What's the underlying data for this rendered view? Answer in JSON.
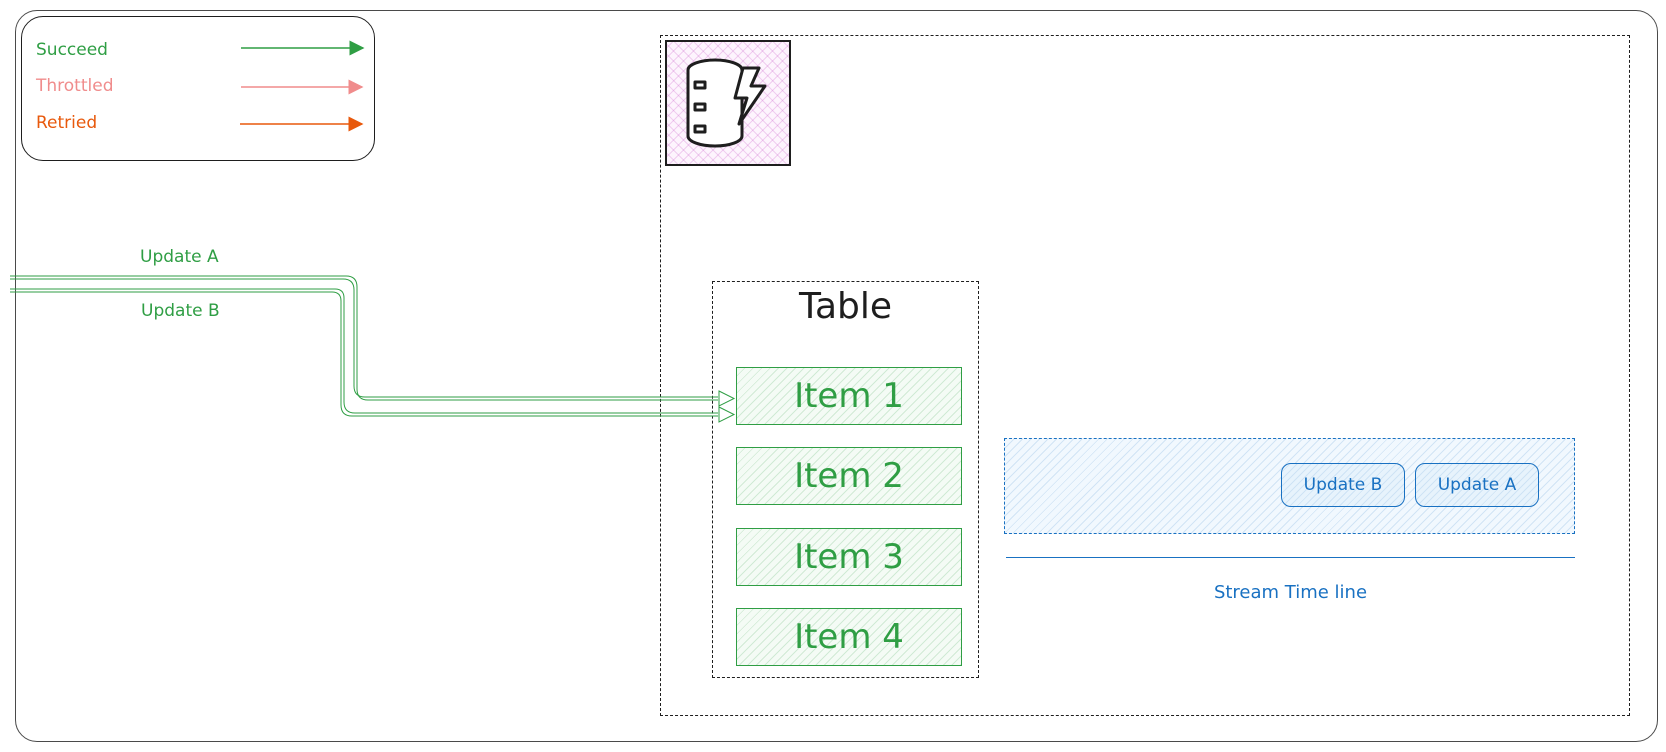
{
  "legend": {
    "items": [
      {
        "label": "Succeed",
        "color": "#2f9e44"
      },
      {
        "label": "Throttled",
        "color": "#f08c8c"
      },
      {
        "label": "Retried",
        "color": "#e8590c"
      }
    ]
  },
  "service": {
    "icon": "dynamodb-database-icon"
  },
  "table": {
    "title": "Table",
    "items": [
      "Item 1",
      "Item 2",
      "Item 3",
      "Item 4"
    ]
  },
  "incoming": {
    "update_a": "Update A",
    "update_b": "Update B"
  },
  "stream": {
    "items": [
      "Update B",
      "Update A"
    ],
    "timeline_label": "Stream Time line"
  },
  "colors": {
    "succeed": "#2f9e44",
    "throttled": "#f08c8c",
    "retried": "#e8590c",
    "stream": "#1971c2"
  }
}
